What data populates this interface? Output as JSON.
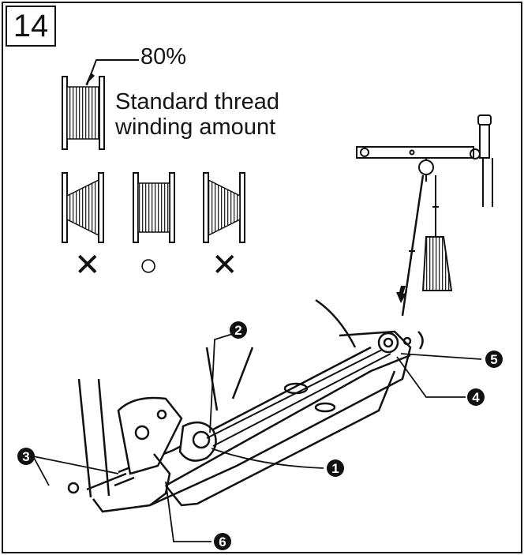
{
  "step": {
    "number": "14"
  },
  "spool_top": {
    "percent_label": "80%",
    "caption_line1": "Standard thread",
    "caption_line2": "winding amount"
  },
  "judgements": [
    {
      "mark": "✕",
      "meaning": "incorrect"
    },
    {
      "mark": "○",
      "meaning": "correct"
    },
    {
      "mark": "✕",
      "meaning": "incorrect"
    }
  ],
  "callouts": [
    "1",
    "2",
    "3",
    "4",
    "5",
    "6"
  ],
  "colors": {
    "ink": "#111111",
    "paper": "#ffffff"
  }
}
